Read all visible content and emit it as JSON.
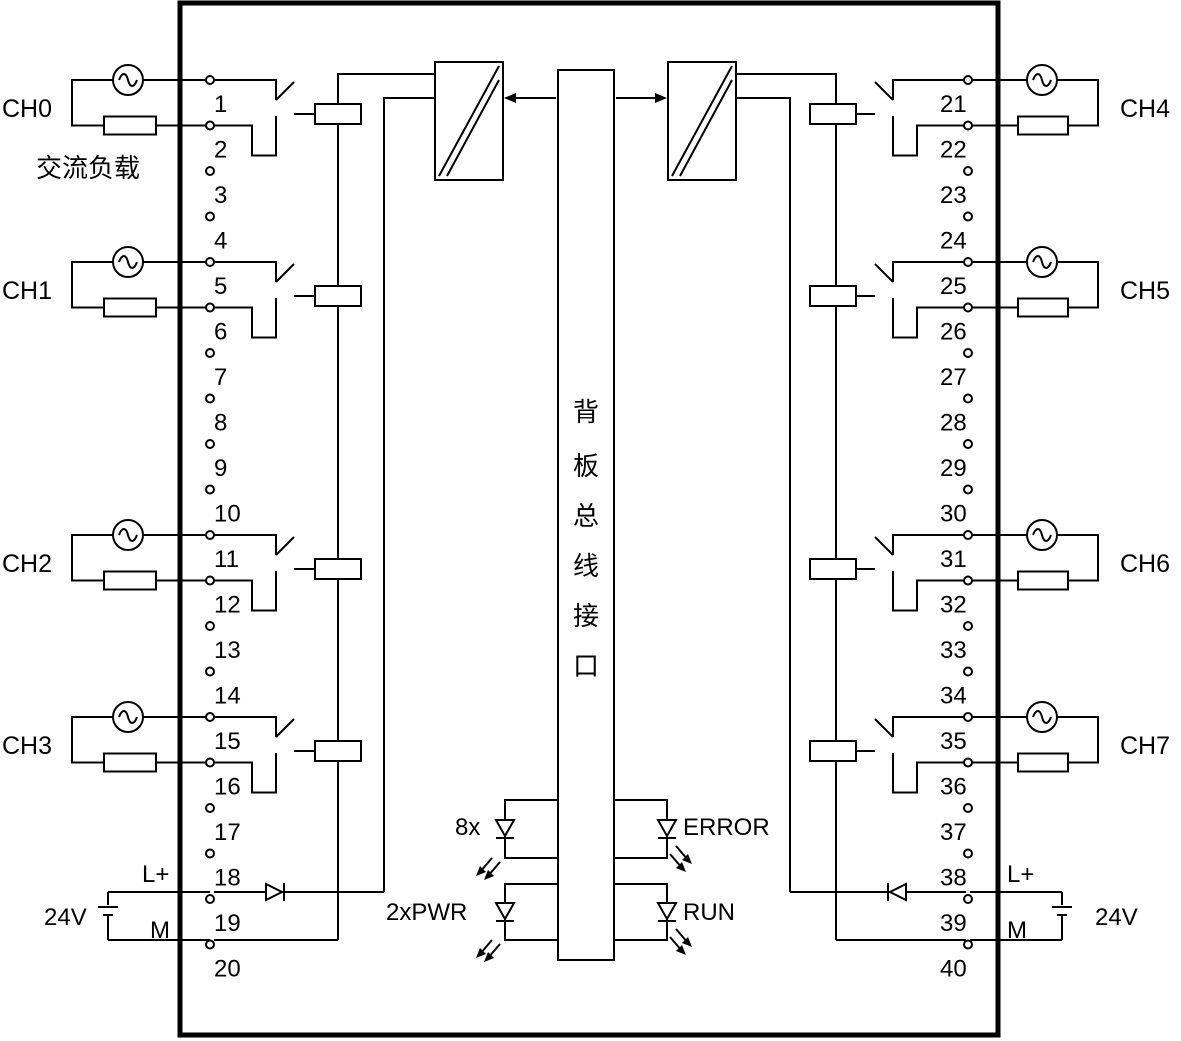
{
  "module": {
    "backplane_label": "背板总线接口",
    "ac_load_label": "交流负载"
  },
  "left_pins": [
    "1",
    "2",
    "3",
    "4",
    "5",
    "6",
    "7",
    "8",
    "9",
    "10",
    "11",
    "12",
    "13",
    "14",
    "15",
    "16",
    "17",
    "18",
    "19",
    "20"
  ],
  "right_pins": [
    "21",
    "22",
    "23",
    "24",
    "25",
    "26",
    "27",
    "28",
    "29",
    "30",
    "31",
    "32",
    "33",
    "34",
    "35",
    "36",
    "37",
    "38",
    "39",
    "40"
  ],
  "channels_left": [
    "CH0",
    "CH1",
    "CH2",
    "CH3"
  ],
  "channels_right": [
    "CH4",
    "CH5",
    "CH6",
    "CH7"
  ],
  "power_left": {
    "lplus": "L+",
    "m": "M",
    "voltage": "24V"
  },
  "power_right": {
    "lplus": "L+",
    "m": "M",
    "voltage": "24V"
  },
  "leds": {
    "channel_count": "8x",
    "pwr": "2xPWR",
    "error": "ERROR",
    "run": "RUN"
  },
  "icons": [
    "ac-source-icon",
    "load-resistor-icon",
    "relay-coil-icon",
    "relay-contact-icon",
    "converter-icon",
    "diode-icon",
    "led-icon",
    "battery-icon"
  ]
}
